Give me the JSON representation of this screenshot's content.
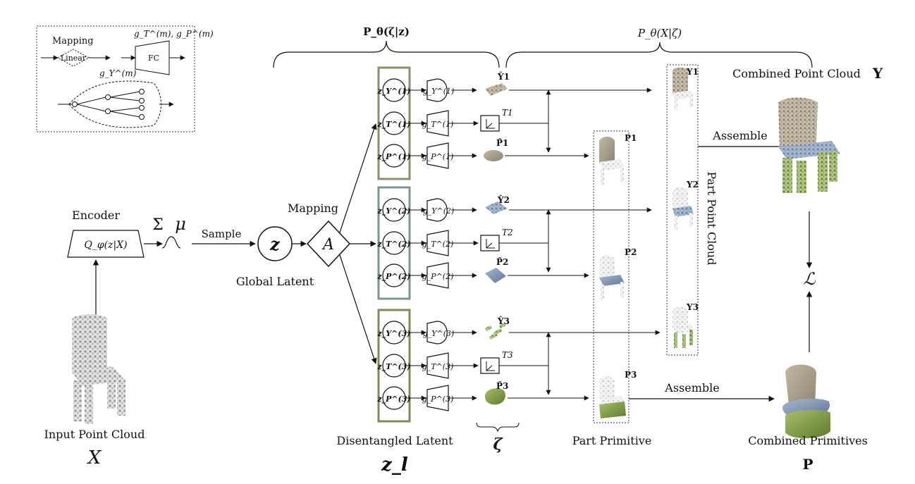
{
  "legend_box": {
    "mapping_label": "Mapping",
    "linear_label": "Linear",
    "fc_label": "FC",
    "g_tp_label": "g_T^(m), g_P^(m)",
    "g_y_label": "g_Y^(m)"
  },
  "braces": {
    "prior_label": "P_θ(ζ|z)",
    "decoder_label": "P_θ(X|ζ)"
  },
  "encoder": {
    "title": "Encoder",
    "function": "Q_φ(z|X)",
    "sigma": "Σ",
    "mu": "μ",
    "input_label": "Input Point Cloud",
    "input_symbol": "X"
  },
  "sample_label": "Sample",
  "global_latent": {
    "symbol": "z",
    "label": "Global Latent"
  },
  "mapping_node": {
    "title": "Mapping",
    "symbol": "A"
  },
  "disentangled": {
    "label": "Disentangled Latent",
    "symbol": "z_l"
  },
  "zeta_symbol": "ζ",
  "parts": [
    {
      "index": "1",
      "z_y": "z_Y^(1)",
      "z_t": "z_T^(1)",
      "z_p": "z_P^(1)",
      "g_y": "g_Y^(1)",
      "g_t": "g_T^(1)",
      "g_p": "g_P^(1)",
      "y_hat": "Ŷ1",
      "t_label": "T1",
      "p_hat": "P̂1",
      "p_label": "P1",
      "y_label": "Y1",
      "color": "#8b8f6e",
      "fill": "#9c9a86"
    },
    {
      "index": "2",
      "z_y": "z_Y^(2)",
      "z_t": "z_T^(2)",
      "z_p": "z_P^(2)",
      "g_y": "g_Y^(2)",
      "g_t": "g_T^(2)",
      "g_p": "g_P^(2)",
      "y_hat": "Ŷ2",
      "t_label": "T2",
      "p_hat": "P̂2",
      "p_label": "P2",
      "y_label": "Y2",
      "color": "#7f9393",
      "fill": "#6f86a6"
    },
    {
      "index": "3",
      "z_y": "z_Y^(3)",
      "z_t": "z_T^(3)",
      "z_p": "z_P^(3)",
      "g_y": "g_Y^(3)",
      "g_t": "g_T^(3)",
      "g_p": "g_P^(3)",
      "y_hat": "Ŷ3",
      "t_label": "T3",
      "p_hat": "P̂3",
      "p_label": "P3",
      "y_label": "Y3",
      "color": "#7c8a5c",
      "fill": "#7e9a45"
    }
  ],
  "part_primitive_label": "Part Primitive",
  "part_point_cloud_label": "Part Point Cloud",
  "combined_point_cloud": {
    "label": "Combined Point Cloud",
    "symbol": "Y"
  },
  "combined_primitives": {
    "label": "Combined Primitives",
    "symbol": "P"
  },
  "assemble_label": "Assemble",
  "loss_symbol": "ℒ",
  "colors": {
    "chair_gray": "#c9c9c9",
    "seat_blue": "#7d94b8",
    "leg_green": "#8aa65a",
    "back_tan": "#a89f8c"
  }
}
